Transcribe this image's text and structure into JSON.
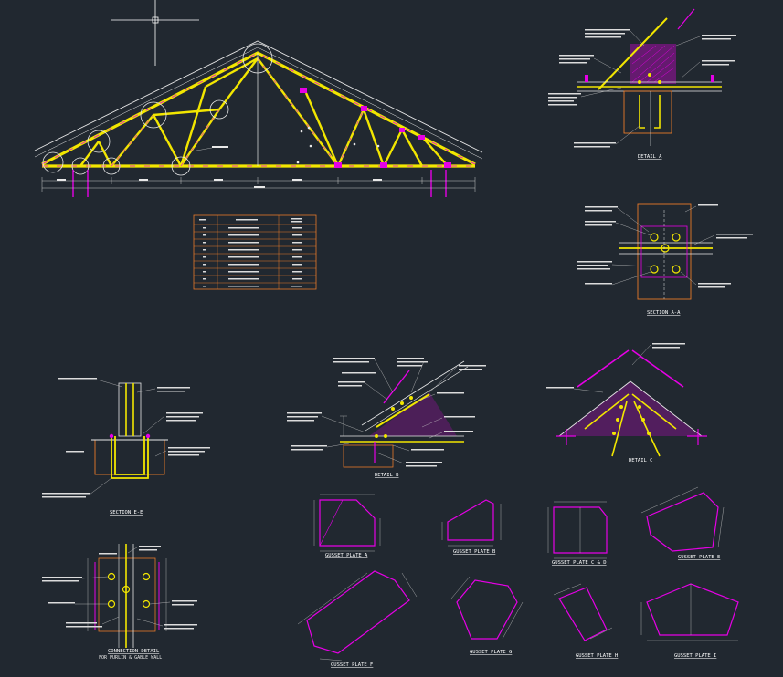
{
  "colors": {
    "background": "#212830",
    "member_yellow": "#f2e600",
    "gusset_magenta": "#e600e6",
    "outline_white": "#e8e8e8",
    "table_orange": "#e87a2a",
    "dim_line": "#c8c8c8",
    "cursor": "#ffffff"
  },
  "labels": {
    "detail_a": "DETAIL A",
    "section_aa": "SECTION A-A",
    "section_ee": "SECTION E-E",
    "detail_b": "DETAIL B",
    "detail_c": "DETAIL C",
    "connection_detail_line1": "CONNECTION DETAIL",
    "connection_detail_line2": "FOR PURLIN & GABLE WALL",
    "gusset_a": "GUSSET PLATE A",
    "gusset_b": "GUSSET PLATE B",
    "gusset_cd": "GUSSET PLATE C & D",
    "gusset_e": "GUSSET PLATE E",
    "gusset_f": "GUSSET PLATE F",
    "gusset_g": "GUSSET PLATE G",
    "gusset_h": "GUSSET PLATE H",
    "gusset_i": "GUSSET PLATE I"
  },
  "icons": {
    "cursor": "crosshair-cursor-icon"
  }
}
